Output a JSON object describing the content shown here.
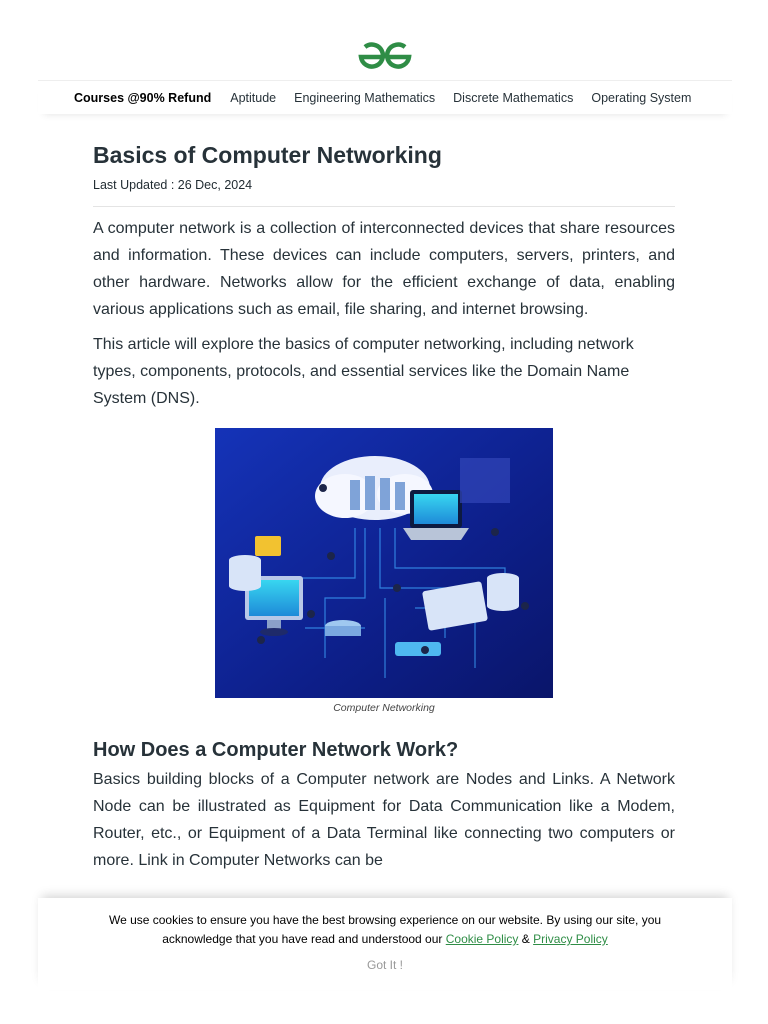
{
  "brand": {
    "logo_icon": "gfg-logo-icon",
    "logo_color": "#2f8d46"
  },
  "nav": {
    "items": [
      "Courses @90% Refund",
      "Aptitude",
      "Engineering Mathematics",
      "Discrete Mathematics",
      "Operating System"
    ]
  },
  "article": {
    "title": "Basics of Computer Networking",
    "updated": "Last Updated : 26 Dec, 2024",
    "para1": "A computer network is a collection of interconnected devices that share resources and information. These devices can include computers, servers, printers, and other hardware. Networks allow for the efficient exchange of data, enabling various applications such as email, file sharing, and internet browsing.",
    "para2": "This article will explore the basics of computer networking, including network types, components, protocols, and essential services like the Domain Name System (DNS).",
    "figure_caption": "Computer Networking",
    "h2": "How Does a Computer Network Work?",
    "para3": "Basics building blocks of a Computer network are Nodes and Links. A Network Node can be illustrated as Equipment for Data Communication like a Modem, Router, etc., or Equipment of a Data Terminal like connecting two computers or more. Link in Computer Networks can be"
  },
  "cookie": {
    "text_before": "We use cookies to ensure you have the best browsing experience on our website. By using our site, you acknowledge that you have read and understood our ",
    "cookie_policy": "Cookie Policy",
    "amp": " & ",
    "privacy_policy": "Privacy Policy",
    "got_it": "Got It !"
  }
}
